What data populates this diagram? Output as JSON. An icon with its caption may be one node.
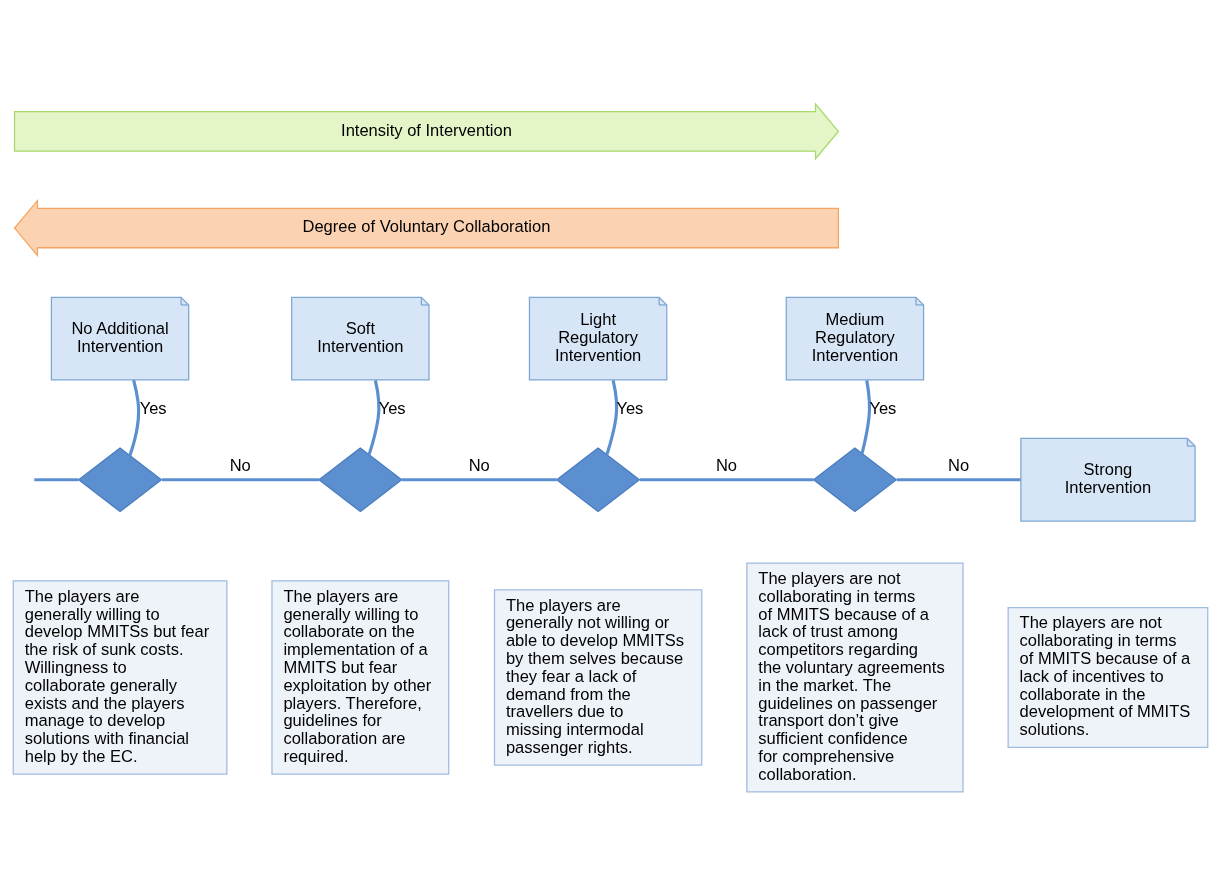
{
  "diagram": {
    "nodes": [
      {
        "text": [
          "Intensity of Intervention"
        ]
      },
      {
        "text": [
          "Degree of Voluntary Collaboration"
        ]
      },
      {
        "text": [
          "No Additional Intervention"
        ]
      },
      {
        "text": [
          "Soft Intervention"
        ]
      },
      {
        "text": [
          "Light Regulatory Intervention"
        ]
      },
      {
        "text": [
          "Medium Regulatory Intervention"
        ]
      },
      {
        "text": [],
        "shape": "diamond"
      },
      {
        "text": [],
        "shape": "diamond"
      },
      {
        "text": [],
        "shape": "diamond"
      },
      {
        "text": [],
        "shape": "diamond"
      },
      {
        "text": [
          "Strong Intervention"
        ]
      },
      {
        "text": [
          "The players are generally willing to develop MMITSs but fear the risk of sunk costs. Willingness to collaborate generally exists and the players manage to develop solutions with financial help by the EC."
        ]
      },
      {
        "text": [
          "The players are generally willing to collaborate on the implementation of a MMITS but fear exploitation by other players. Therefore, guidelines for collaboration are required."
        ]
      },
      {
        "text": [
          "The players are generally not willing or able to develop MMITSs by them selves because they fear a lack of demand from the travellers due to missing intermodal passenger rights."
        ]
      },
      {
        "text": [
          "The players are not collaborating in terms of MMITS because of a lack of trust among competitors regarding the voluntary agreements in the market. The guidelines on passenger transport don’t give sufficient confidence for comprehensive collaboration."
        ]
      },
      {
        "text": [
          "The players are not collaborating in terms of MMITS because of a lack of incentives to collaborate in the development of MMITS solutions."
        ]
      }
    ],
    "edges": [
      {
        "from": null,
        "to": 6,
        "arrow": "none"
      },
      {
        "from": 6,
        "to": 2,
        "arrow": "none",
        "label": "Yes"
      },
      {
        "from": 6,
        "to": 7,
        "arrow": "none",
        "label": "No"
      },
      {
        "from": 7,
        "to": 3,
        "arrow": "none",
        "label": "Yes"
      },
      {
        "from": 7,
        "to": 8,
        "arrow": "none",
        "label": "No"
      },
      {
        "from": 8,
        "to": 4,
        "arrow": "none",
        "label": "Yes"
      },
      {
        "from": 8,
        "to": 9,
        "arrow": "none",
        "label": "No"
      },
      {
        "from": 9,
        "to": 5,
        "arrow": "none",
        "label": "Yes"
      },
      {
        "from": 9,
        "to": 10,
        "arrow": "none",
        "label": "No"
      }
    ]
  }
}
